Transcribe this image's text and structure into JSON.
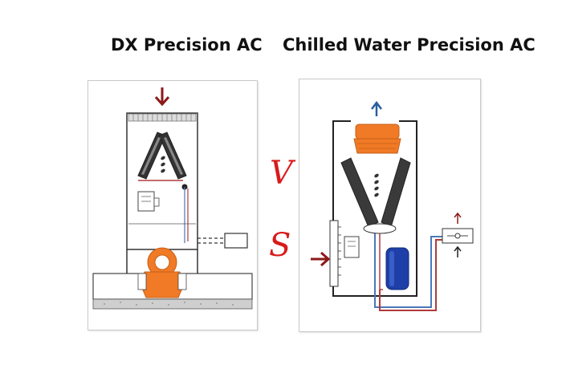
{
  "titles": {
    "left": "DX Precision AC",
    "right": "Chilled Water Precision AC"
  },
  "separator": {
    "v": "V",
    "s": "S"
  },
  "colors": {
    "fan_orange": "#f07a25",
    "arrow_red": "#8b1a1a",
    "arrow_blue": "#2a5f9e",
    "coil_dark": "#3a3a3a",
    "pump_blue": "#1f3fa8",
    "pipe_red": "#b23a3a",
    "pipe_blue": "#4a78b8",
    "vs_red": "#d81b1b"
  },
  "icons": {
    "airflow_in_left": "arrow-down-icon",
    "airflow_out_right": "arrow-up-icon",
    "airflow_in_right": "arrow-right-icon",
    "fan": "blower-fan-icon",
    "coil": "a-coil-icon",
    "pump": "pump-tank-icon",
    "valve": "three-way-valve-icon",
    "outdoor_unit": "condenser-box-icon"
  }
}
